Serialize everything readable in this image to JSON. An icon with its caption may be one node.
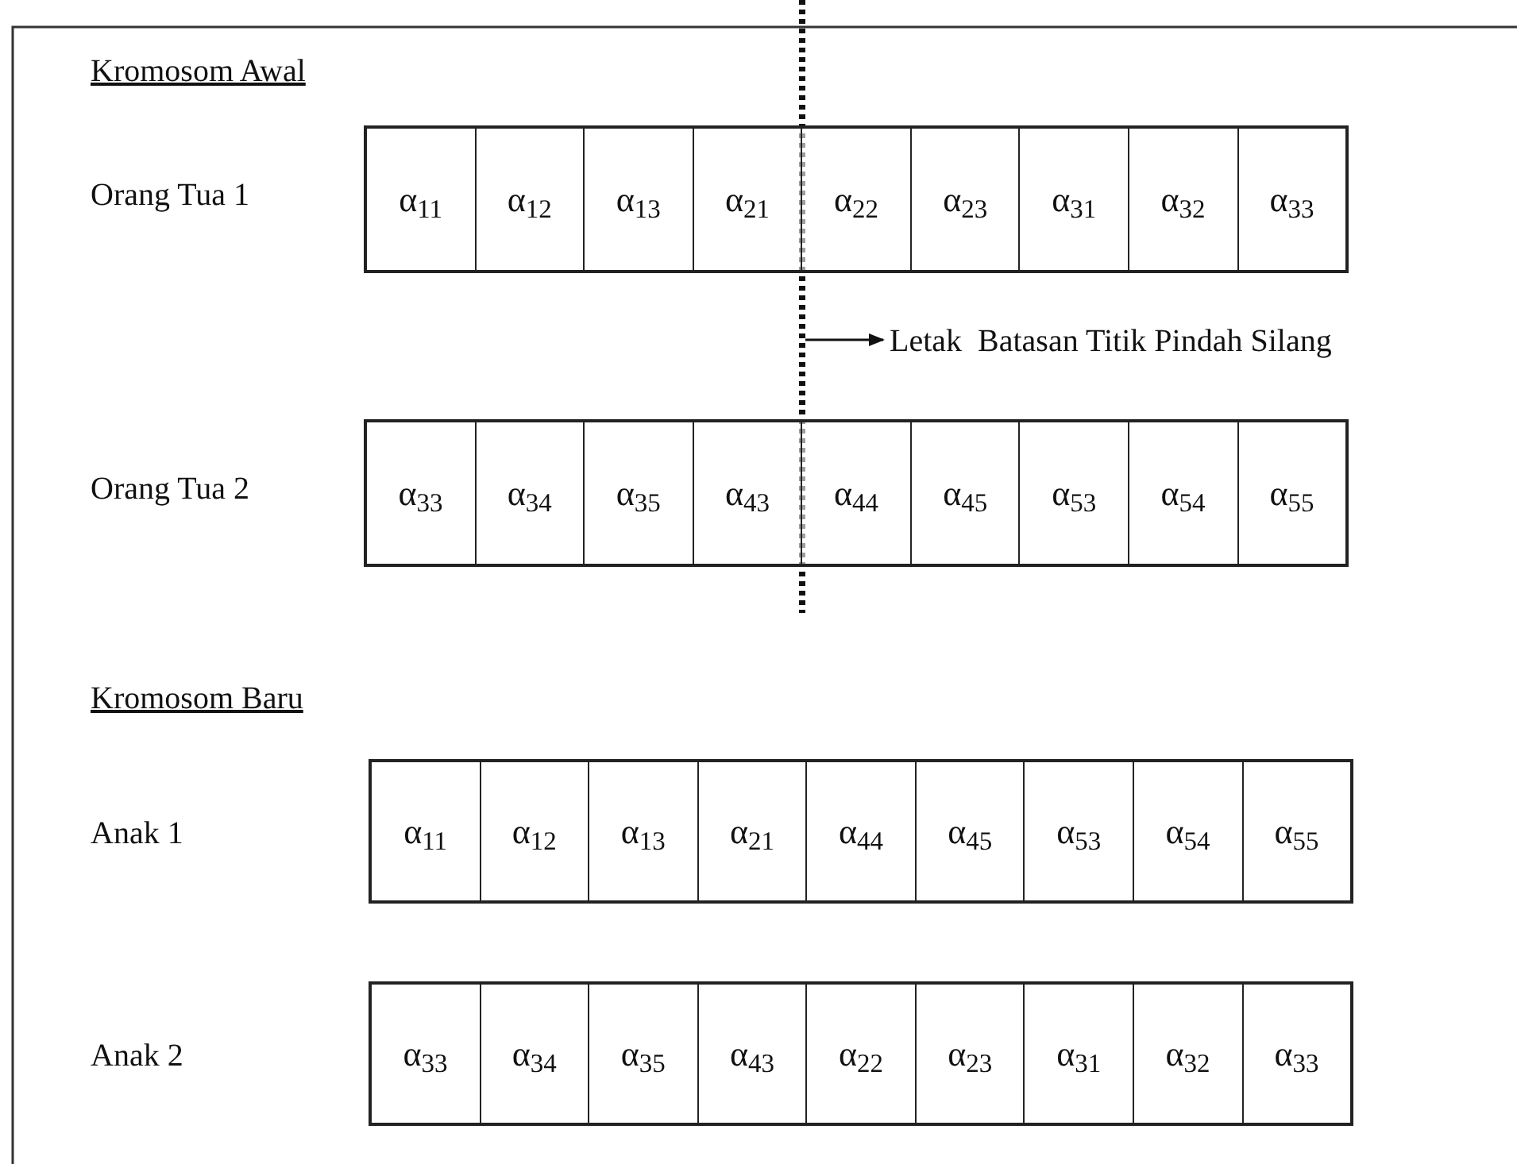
{
  "diagram": {
    "nodes": [
      {
        "text": [],
        "shape": "bar"
      },
      {
        "text": [
          "α$_{11}$"
        ],
        "in": 0
      },
      {
        "text": [
          "α$_{12}$"
        ],
        "in": 0
      },
      {
        "text": [
          "α$_{13}$"
        ],
        "in": 0
      },
      {
        "text": [
          "α$_{21}$"
        ],
        "in": 0
      },
      {
        "text": [
          "α$_{22}$"
        ],
        "in": 0
      },
      {
        "text": [
          "α$_{23}$"
        ],
        "in": 0
      },
      {
        "text": [
          "α$_{31}$"
        ],
        "in": 0
      },
      {
        "text": [
          "α$_{32}$"
        ],
        "in": 0
      },
      {
        "text": [
          "α$_{33}$"
        ],
        "in": 0
      },
      {
        "text": [],
        "shape": "bar"
      },
      {
        "text": [
          "α$_{33}$"
        ],
        "in": 10
      },
      {
        "text": [
          "α$_{34}$"
        ],
        "in": 10
      },
      {
        "text": [
          "α$_{35}$"
        ],
        "in": 10
      },
      {
        "text": [
          "α$_{43}$"
        ],
        "in": 10
      },
      {
        "text": [
          "α$_{44}$"
        ],
        "in": 10
      },
      {
        "text": [
          "α$_{45}$"
        ],
        "in": 10
      },
      {
        "text": [
          "α$_{53}$"
        ],
        "in": 10
      },
      {
        "text": [
          "α$_{54}$"
        ],
        "in": 10
      },
      {
        "text": [
          "α$_{55}$"
        ],
        "in": 10
      },
      {
        "text": [],
        "shape": "bar"
      },
      {
        "text": [
          "α$_{11}$"
        ],
        "in": 20
      },
      {
        "text": [
          "α$_{12}$"
        ],
        "in": 20
      },
      {
        "text": [
          "α$_{13}$"
        ],
        "in": 20
      },
      {
        "text": [
          "α$_{21}$"
        ],
        "in": 20
      },
      {
        "text": [
          "α$_{44}$"
        ],
        "in": 20
      },
      {
        "text": [
          "α$_{45}$"
        ],
        "in": 20
      },
      {
        "text": [
          "α$_{53}$"
        ],
        "in": 20
      },
      {
        "text": [
          "α$_{54}$"
        ],
        "in": 20
      },
      {
        "text": [
          "α$_{55}$"
        ],
        "in": 20
      },
      {
        "text": [],
        "shape": "bar"
      },
      {
        "text": [
          "α$_{33}$"
        ],
        "in": 30
      },
      {
        "text": [
          "α$_{34}$"
        ],
        "in": 30
      },
      {
        "text": [
          "α$_{35}$"
        ],
        "in": 30
      },
      {
        "text": [
          "α$_{43}$"
        ],
        "in": 30
      },
      {
        "text": [
          "α$_{22}$"
        ],
        "in": 30
      },
      {
        "text": [
          "α$_{23}$"
        ],
        "in": 30
      },
      {
        "text": [
          "α$_{31}$"
        ],
        "in": 30
      },
      {
        "text": [
          "α$_{32}$"
        ],
        "in": 30
      },
      {
        "text": [
          "α$_{33}$"
        ],
        "in": 30
      },
      {
        "text": [
          "Letak  Batasan Titik Pindah Silang"
        ]
      }
    ],
    "edges": [
      {
        "from": null,
        "to": 40,
        "arrow": "to"
      }
    ],
    "labels": [
      "Kromosom Awal",
      "Orang Tua 1",
      "Orang Tua 2",
      "Kromosom Baru",
      "Anak 1",
      "Anak 2"
    ]
  }
}
